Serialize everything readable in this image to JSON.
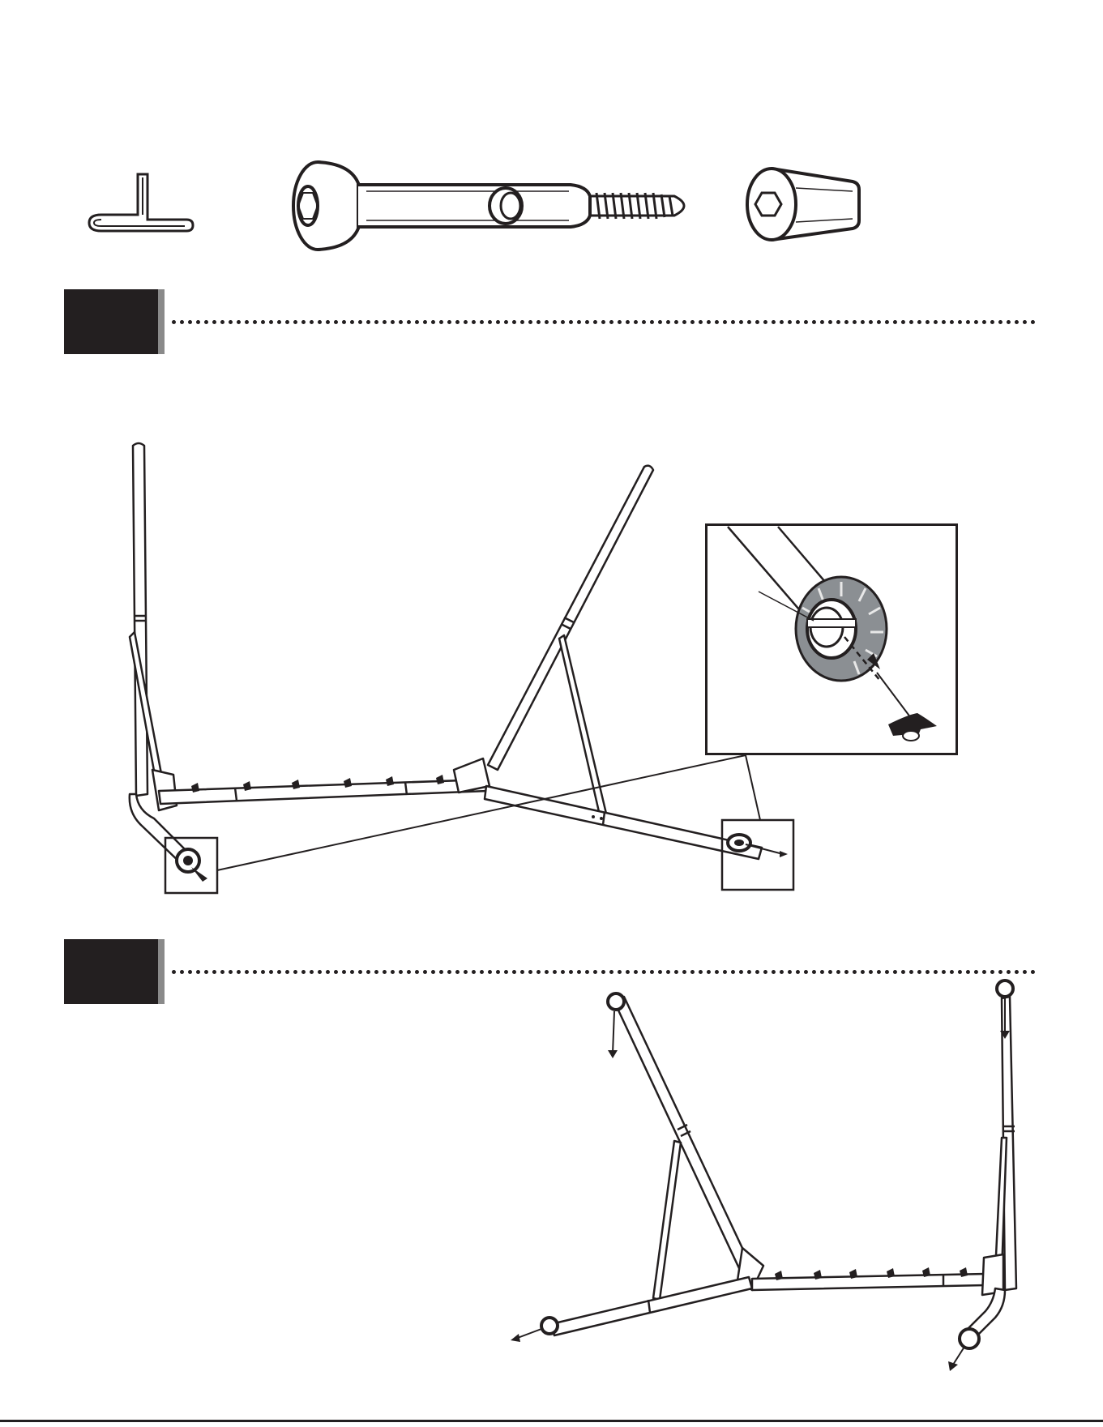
{
  "page": {
    "background": "#ffffff",
    "ink": "#231f20",
    "shadow": "#8a8a8a"
  },
  "parts": [
    {
      "icon": "hex-key-icon"
    },
    {
      "icon": "bolt-icon"
    },
    {
      "icon": "barrel-nut-icon"
    }
  ],
  "steps": [
    {
      "icon": "step-marker-block",
      "number": ""
    },
    {
      "icon": "step-marker-block",
      "number": ""
    }
  ],
  "diagrams": [
    {
      "icon": "frame-assembly-step-1",
      "detail": "ground-stake-detail-icon"
    },
    {
      "icon": "frame-assembly-step-2"
    }
  ]
}
